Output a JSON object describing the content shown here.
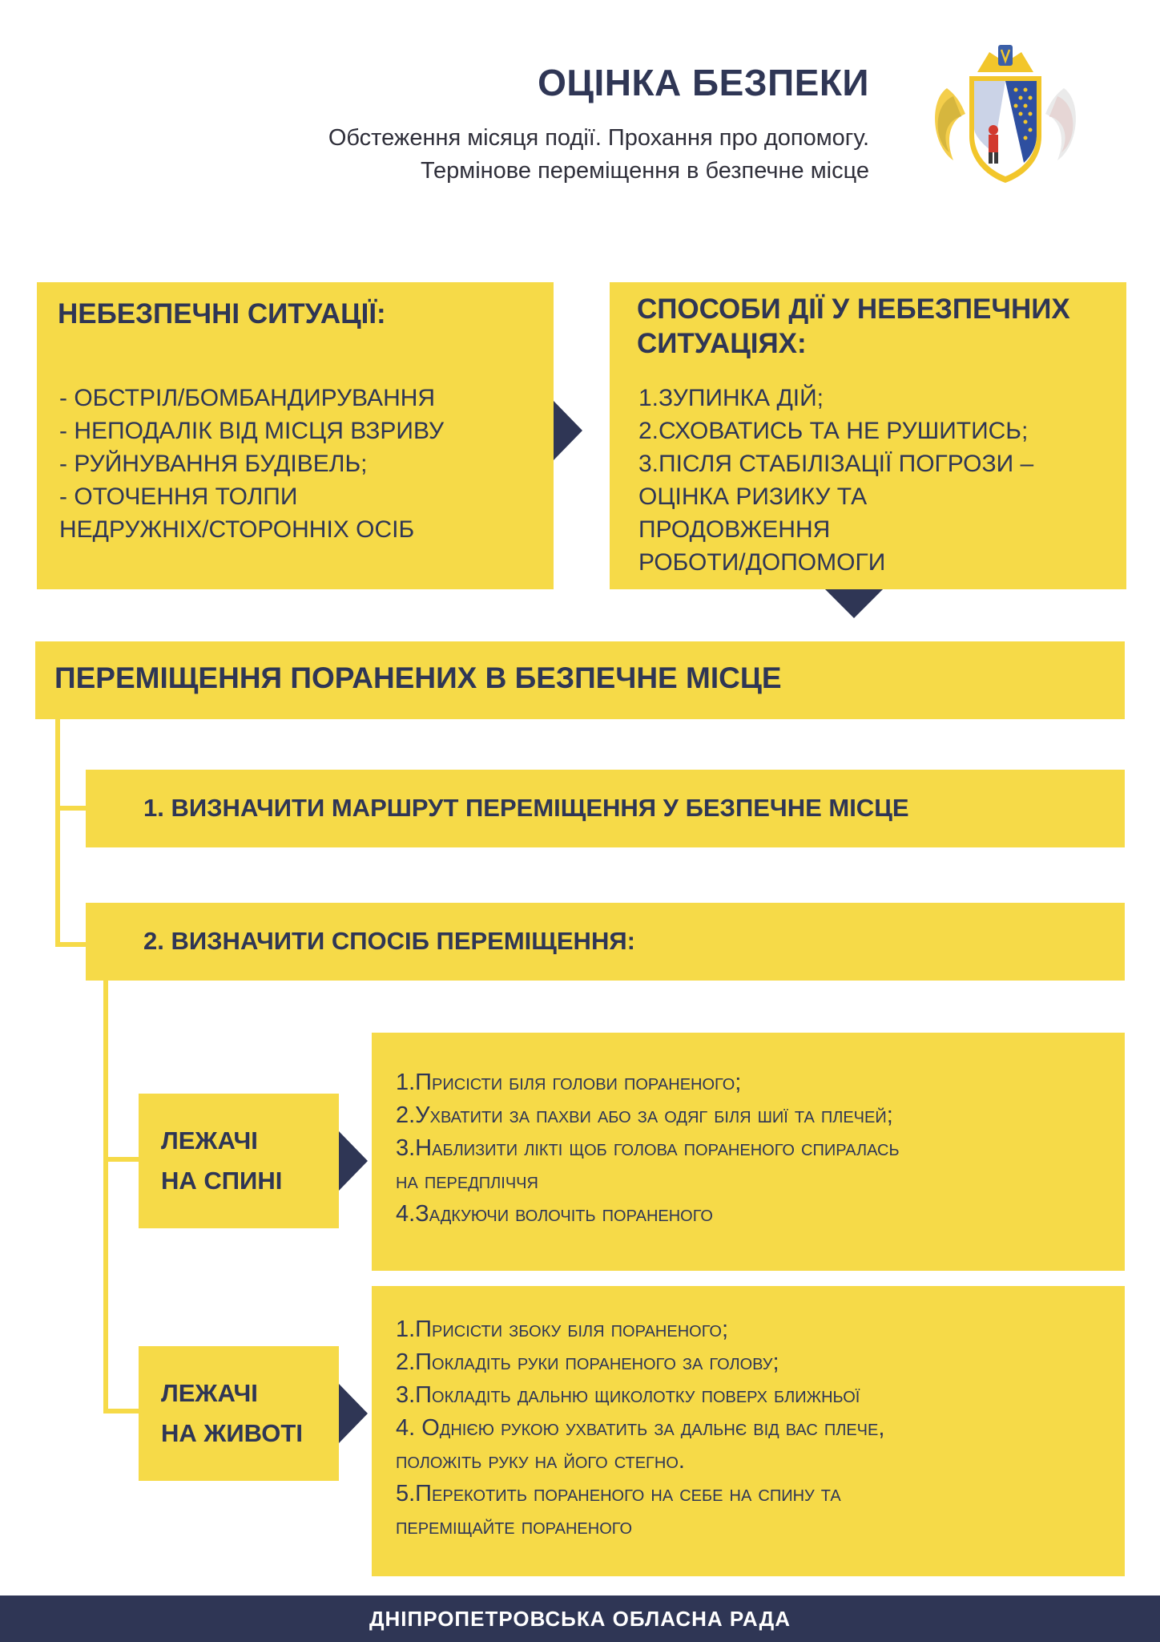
{
  "header": {
    "title": "ОЦІНКА БЕЗПЕКИ",
    "subtitle_line1": "Обстеження місяця події. Прохання про допомогу.",
    "subtitle_line2": "Термінове переміщення в безпечне місце",
    "emblem_icon": "coat-of-arms-icon"
  },
  "dangers": {
    "title": "НЕБЕЗПЕЧНІ СИТУАЦІЇ:",
    "items": [
      "- ОБСТРІЛ/БОМБАНДИРУВАННЯ",
      "- НЕПОДАЛІК ВІД МІСЦЯ ВЗРИВУ",
      "- РУЙНУВАННЯ БУДІВЕЛЬ;",
      "- ОТОЧЕННЯ ТОЛПИ",
      "НЕДРУЖНІХ/СТОРОННІХ ОСІБ"
    ]
  },
  "actions": {
    "title": "СПОСОБИ ДІЇ У НЕБЕЗПЕЧНИХ СИТУАЦІЯХ:",
    "items": [
      "1.ЗУПИНКА ДІЙ;",
      "2.СХОВАТИСЬ ТА НЕ РУШИТИСЬ;",
      "3.ПІСЛЯ СТАБІЛІЗАЦІЇ ПОГРОЗИ –",
      "ОЦІНКА РИЗИКУ ТА",
      "ПРОДОВЖЕННЯ",
      "РОБОТИ/ДОПОМОГИ"
    ]
  },
  "section": {
    "title": "ПЕРЕМІЩЕННЯ ПОРАНЕНИХ В БЕЗПЕЧНЕ МІСЦЕ"
  },
  "steps": [
    "1. ВИЗНАЧИТИ МАРШРУТ ПЕРЕМІЩЕННЯ У БЕЗПЕЧНЕ МІСЦЕ",
    "2. ВИЗНАЧИТИ СПОСІБ ПЕРЕМІЩЕННЯ:"
  ],
  "positions": [
    {
      "label_line1": "ЛЕЖАЧІ",
      "label_line2": "НА СПИНІ",
      "instructions": [
        "1.Присісти біля голови пораненого;",
        "2.Ухватити за пахви або за одяг біля шиї та плечей;",
        "3.Наблизити лікті щоб голова пораненого спиралась",
        "на передпліччя",
        "4.Задкуючи волочіть пораненого"
      ]
    },
    {
      "label_line1": "ЛЕЖАЧІ",
      "label_line2": "НА ЖИВОТІ",
      "instructions": [
        "1.Присісти збоку біля пораненого;",
        "2.Покладіть руки пораненого за голову;",
        "3.Покладіть дальню щиколотку поверх ближньої",
        "4. Однією рукою ухватить за дальнє від вас плече,",
        "положіть руку на його стегно.",
        "5.Перекотить пораненого на себе на спину та",
        "переміщайте пораненого"
      ]
    }
  ],
  "footer": {
    "text": "ДНІПРОПЕТРОВСЬКА ОБЛАСНА РАДА"
  },
  "colors": {
    "accent_yellow": "#f6da48",
    "navy": "#2f3655",
    "background": "#ffffff"
  }
}
